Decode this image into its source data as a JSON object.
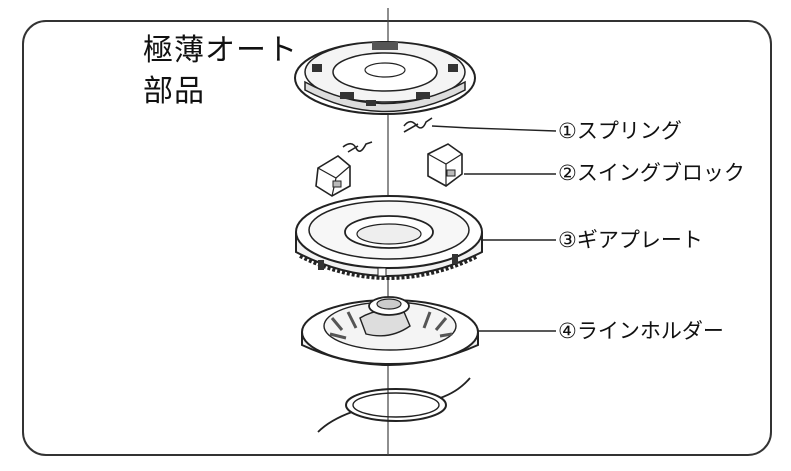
{
  "title_lines": [
    "極薄オート",
    "部品"
  ],
  "labels": [
    {
      "id": "spring",
      "text": "①スプリング"
    },
    {
      "id": "swing-block",
      "text": "②スイングブロック"
    },
    {
      "id": "gear-plate",
      "text": "③ギアプレート"
    },
    {
      "id": "line-holder",
      "text": "④ラインホルダー"
    }
  ]
}
